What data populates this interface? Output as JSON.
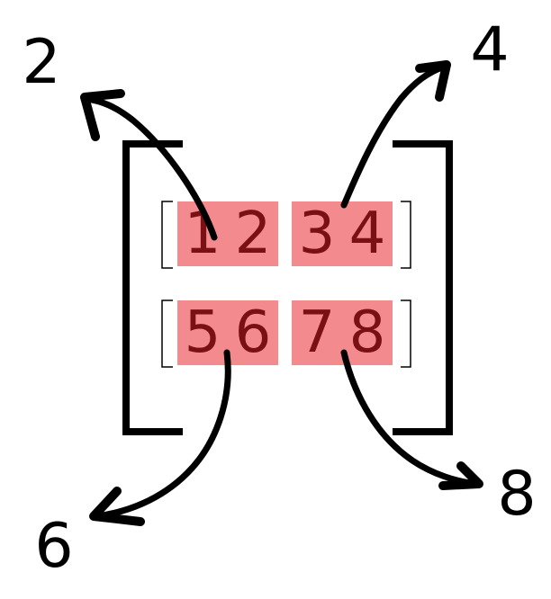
{
  "colors": {
    "highlight": "#f28a8e",
    "digit": "#7a0f14",
    "ink": "#000000",
    "background": "#ffffff"
  },
  "matrix": {
    "rows": [
      {
        "pairs": [
          [
            "1",
            "2"
          ],
          [
            "3",
            "4"
          ]
        ]
      },
      {
        "pairs": [
          [
            "5",
            "6"
          ],
          [
            "7",
            "8"
          ]
        ]
      }
    ]
  },
  "results": {
    "top_left": "2",
    "top_right": "4",
    "bottom_left": "6",
    "bottom_right": "8"
  }
}
